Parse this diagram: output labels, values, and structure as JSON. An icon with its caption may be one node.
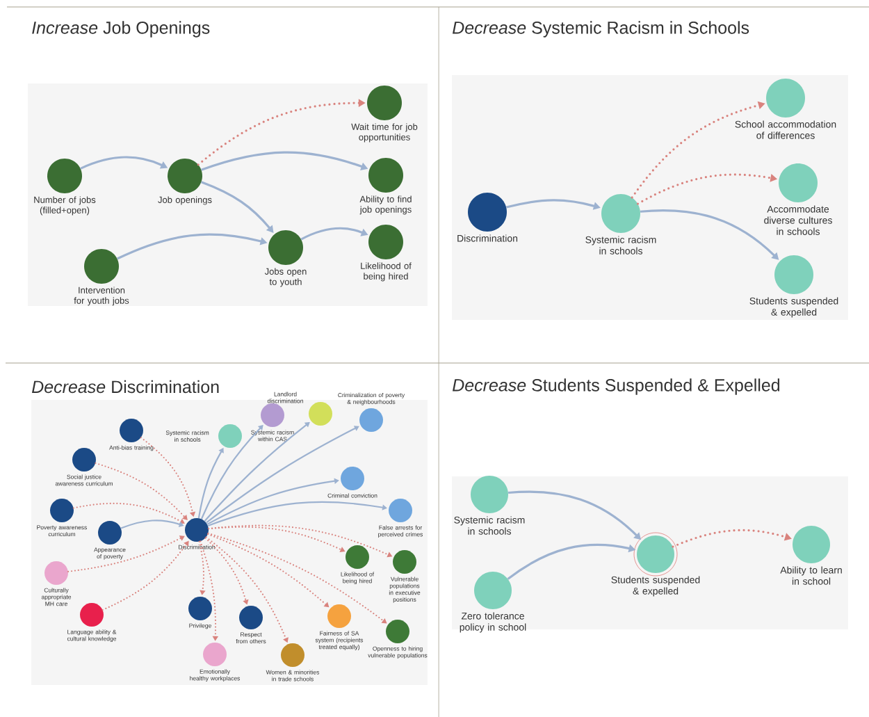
{
  "diagram": {
    "nodes": [
      {
        "text": [
          "Number of jobs (filled+open)"
        ]
      },
      {
        "text": [
          "Job openings"
        ]
      },
      {
        "text": [
          "Wait time for job opportunities"
        ]
      },
      {
        "text": [
          "Ability to find job openings"
        ]
      },
      {
        "text": [
          "Intervention for youth jobs"
        ]
      },
      {
        "text": [
          "Jobs open to youth"
        ]
      },
      {
        "text": [
          "Likelihood of being hired"
        ]
      },
      {
        "text": [
          "Discrimination"
        ]
      },
      {
        "text": [
          "Systemic racism in schools"
        ]
      },
      {
        "text": [
          "School accommodation of differences"
        ]
      },
      {
        "text": [
          "Accommodate diverse cultures in schools"
        ]
      },
      {
        "text": [
          "Students suspended & expelled"
        ]
      },
      {
        "text": [
          "Anti-bias training"
        ]
      },
      {
        "text": [
          "Social justice awareness curriculum"
        ]
      },
      {
        "text": [
          "Systemic racism in schools"
        ]
      },
      {
        "text": [
          "Systemic racism within CAS"
        ]
      },
      {
        "text": [
          "Landlord discrimination"
        ]
      },
      {
        "text": [
          "Criminalization of poverty & neighbourhoods"
        ]
      },
      {
        "text": [
          "Poverty awareness curriculum"
        ]
      },
      {
        "text": [
          "Criminal conviction"
        ]
      },
      {
        "text": [
          "Appearance of poverty"
        ]
      },
      {
        "text": [
          "Discrimination"
        ]
      },
      {
        "text": [
          "False arrests for perceived crimes"
        ]
      },
      {
        "text": [
          "Culturally appropriate MH care"
        ]
      },
      {
        "text": [
          "Likelihood of being hired"
        ]
      },
      {
        "text": [
          "Vulnerable populations in executive positions"
        ]
      },
      {
        "text": [
          "Language ability & cultural knowledge"
        ]
      },
      {
        "text": [
          "Privilege"
        ]
      },
      {
        "text": [
          "Respect from others"
        ]
      },
      {
        "text": [
          "Fairness of SA system (recipients treated equally)"
        ]
      },
      {
        "text": [
          "Openness to hiring vulnerable populations"
        ]
      },
      {
        "text": [
          "Emotionally healthy workplaces"
        ]
      },
      {
        "text": [
          "Women & minorities in trade schools"
        ]
      },
      {
        "text": [
          "Systemic racism in schools"
        ]
      },
      {
        "text": [
          "Zero tolerance policy in school"
        ]
      },
      {
        "text": [
          "Students suspended & expelled"
        ]
      },
      {
        "text": [
          "Ability to learn in school"
        ]
      }
    ],
    "edges": [
      {
        "from": 0,
        "to": 1,
        "arrow": "to"
      },
      {
        "from": 1,
        "to": 2,
        "arrow": "to",
        "style": "dashed",
        "color": "#d9837e"
      },
      {
        "from": 1,
        "to": 3,
        "arrow": "to"
      },
      {
        "from": 1,
        "to": 5,
        "arrow": "to"
      },
      {
        "from": 4,
        "to": 5,
        "arrow": "to"
      },
      {
        "from": 5,
        "to": 6,
        "arrow": "to"
      },
      {
        "from": 7,
        "to": 8,
        "arrow": "to"
      },
      {
        "from": 8,
        "to": 9,
        "arrow": "to",
        "style": "dashed",
        "color": "#d9837e"
      },
      {
        "from": 8,
        "to": 10,
        "arrow": "to",
        "style": "dashed",
        "color": "#d9837e"
      },
      {
        "from": 8,
        "to": 11,
        "arrow": "to"
      },
      {
        "from": 12,
        "to": 21,
        "arrow": "to",
        "style": "dashed",
        "color": "#d9837e"
      },
      {
        "from": 13,
        "to": 21,
        "arrow": "to",
        "style": "dashed",
        "color": "#d9837e"
      },
      {
        "from": 18,
        "to": 21,
        "arrow": "to",
        "style": "dashed",
        "color": "#d9837e"
      },
      {
        "from": 20,
        "to": 21,
        "arrow": "to"
      },
      {
        "from": 23,
        "to": 21,
        "arrow": "to",
        "style": "dashed",
        "color": "#d9837e"
      },
      {
        "from": 26,
        "to": 21,
        "arrow": "to",
        "style": "dashed",
        "color": "#d9837e"
      },
      {
        "from": 21,
        "to": 14,
        "arrow": "to"
      },
      {
        "from": 21,
        "to": 15,
        "arrow": "to"
      },
      {
        "from": 21,
        "to": 16,
        "arrow": "to"
      },
      {
        "from": 21,
        "to": 17,
        "arrow": "to"
      },
      {
        "from": 21,
        "to": 19,
        "arrow": "to"
      },
      {
        "from": 21,
        "to": 22,
        "arrow": "to"
      },
      {
        "from": 21,
        "to": 27,
        "arrow": "to",
        "style": "dashed",
        "color": "#d9837e"
      },
      {
        "from": 21,
        "to": 31,
        "arrow": "to",
        "style": "dashed",
        "color": "#d9837e"
      },
      {
        "from": 21,
        "to": 28,
        "arrow": "to",
        "style": "dashed",
        "color": "#d9837e"
      },
      {
        "from": 21,
        "to": 32,
        "arrow": "to",
        "style": "dashed",
        "color": "#d9837e"
      },
      {
        "from": 21,
        "to": 29,
        "arrow": "to",
        "style": "dashed",
        "color": "#d9837e"
      },
      {
        "from": 21,
        "to": 24,
        "arrow": "to",
        "style": "dashed",
        "color": "#d9837e"
      },
      {
        "from": 21,
        "to": 30,
        "arrow": "to",
        "style": "dashed",
        "color": "#d9837e"
      },
      {
        "from": 21,
        "to": 25,
        "arrow": "to",
        "style": "dashed",
        "color": "#d9837e"
      },
      {
        "from": 33,
        "to": 35,
        "arrow": "to"
      },
      {
        "from": 34,
        "to": 35,
        "arrow": "to"
      },
      {
        "from": 35,
        "to": 36,
        "arrow": "to",
        "style": "dashed",
        "color": "#d9837e"
      }
    ],
    "labels": [
      "*Increase* Job Openings",
      "*Decrease* Systemic Racism in Schools",
      "*Decrease* Discrimination",
      "*Decrease* Students Suspended & Expelled"
    ]
  }
}
